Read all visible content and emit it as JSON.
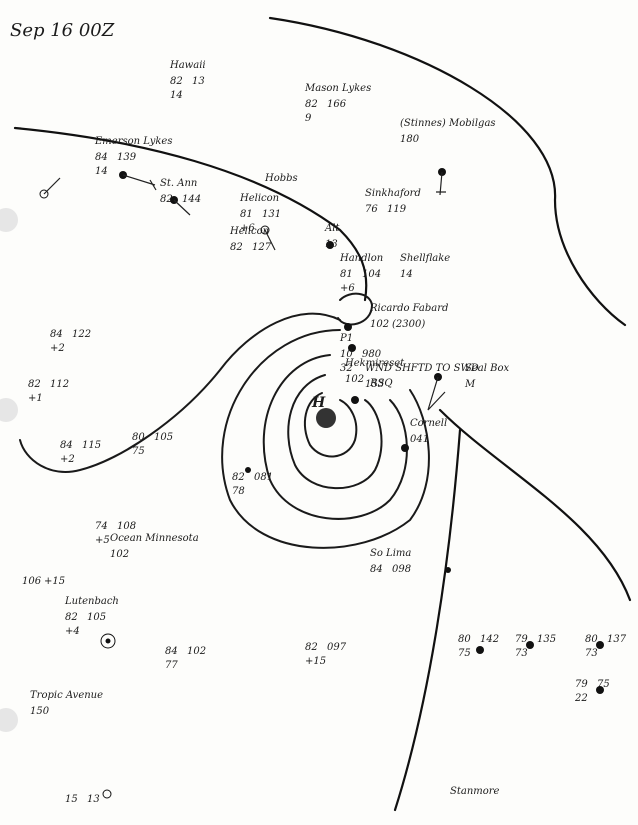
{
  "map": {
    "title": "Sep 16 00Z",
    "center_label": "H",
    "stations": [
      {
        "id": "hawaii",
        "name": "Hawaii",
        "temp": "82",
        "pressure": "13",
        "extra": "14"
      },
      {
        "id": "mason-lykes",
        "name": "Mason Lykes",
        "temp": "82",
        "pressure": "166",
        "extra": "9"
      },
      {
        "id": "stinnes",
        "name": "(Stinnes) Mobilgas",
        "temp": "180"
      },
      {
        "id": "emerson-lykes",
        "name": "Emerson Lykes",
        "temp": "84",
        "pressure": "139",
        "extra": "14"
      },
      {
        "id": "hobbs",
        "name": "Hobbs",
        "temp": ""
      },
      {
        "id": "st-ann",
        "name": "St. Ann",
        "temp": "82",
        "pressure": "144"
      },
      {
        "id": "sinkhaford",
        "name": "Sinkhaford",
        "temp": "76",
        "pressure": "119"
      },
      {
        "id": "helicon",
        "name": "Helicon",
        "temp": "81",
        "pressure": "131",
        "extra": "+6"
      },
      {
        "id": "helicon2",
        "name": "Helicon",
        "temp": "82",
        "pressure": "127"
      },
      {
        "id": "alt",
        "name": "Alt",
        "temp": "13"
      },
      {
        "id": "shellflake",
        "name": "Shellflake",
        "temp": "14"
      },
      {
        "id": "handlon",
        "name": "Handlon",
        "temp": "81",
        "pressure": "104",
        "extra": "+6"
      },
      {
        "id": "richmond",
        "name": "Ricardo Fabard",
        "temp": "102",
        "pressure": "(2300)"
      },
      {
        "id": "p1",
        "name": "P1",
        "temp": "10",
        "pressure": "980",
        "extra": "32"
      },
      {
        "id": "hekmireset",
        "name": "Hekmireset",
        "temp": "102"
      },
      {
        "id": "wnd",
        "name": "WND SHFTD TO SWD",
        "temp": "153"
      },
      {
        "id": "rsq",
        "name": "RSQ",
        "temp": ""
      },
      {
        "id": "cornell",
        "name": "Cornell",
        "temp": "041"
      },
      {
        "id": "sealbox",
        "name": "Seal Box",
        "temp": "M"
      },
      {
        "id": "left1",
        "name": "",
        "temp": "84",
        "pressure": "122",
        "extra": "+2"
      },
      {
        "id": "left2",
        "name": "",
        "temp": "82",
        "pressure": "112",
        "extra": "+1"
      },
      {
        "id": "left3",
        "name": "",
        "temp": "84",
        "pressure": "115",
        "extra": "+2"
      },
      {
        "id": "left4",
        "name": "",
        "temp": "80",
        "pressure": "105",
        "extra": "75"
      },
      {
        "id": "mid1",
        "name": "",
        "temp": "82",
        "pressure": "081",
        "extra": "78"
      },
      {
        "id": "mid2",
        "name": "",
        "temp": "74",
        "pressure": "108",
        "extra": "+5"
      },
      {
        "id": "ocean",
        "name": "Ocean Minnesota",
        "temp": "102"
      },
      {
        "id": "so-lima",
        "name": "So Lima",
        "temp": "84",
        "pressure": "098"
      },
      {
        "id": "lutenbach",
        "name": "Lutenbach",
        "temp": "82",
        "pressure": "105",
        "extra": "+4"
      },
      {
        "id": "sw1",
        "name": "",
        "temp": "106",
        "pressure": "+15"
      },
      {
        "id": "center-s",
        "name": "",
        "temp": "82",
        "pressure": "097",
        "extra": "+15"
      },
      {
        "id": "s1",
        "name": "",
        "temp": "84",
        "pressure": "102",
        "extra": "77"
      },
      {
        "id": "e1",
        "name": "",
        "temp": "80",
        "pressure": "142",
        "extra": "75"
      },
      {
        "id": "e2",
        "name": "",
        "temp": "79",
        "pressure": "135",
        "extra": "73"
      },
      {
        "id": "e3",
        "name": "",
        "temp": "80",
        "pressure": "137",
        "extra": "73"
      },
      {
        "id": "e4",
        "name": "",
        "temp": "79",
        "pressure": "75",
        "extra": "22"
      },
      {
        "id": "tropic",
        "name": "Tropic Avenue",
        "temp": "150"
      },
      {
        "id": "bottom1",
        "name": "",
        "temp": "15",
        "pressure": "13"
      },
      {
        "id": "stanmore",
        "name": "Stanmore",
        "temp": ""
      }
    ]
  }
}
